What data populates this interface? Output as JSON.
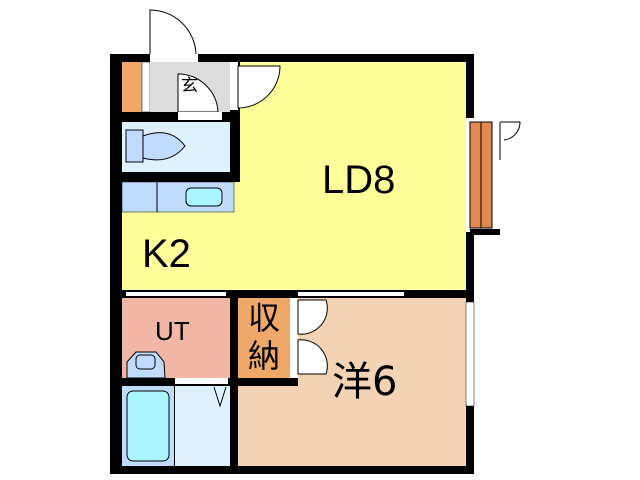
{
  "rooms": {
    "living_dining": "LD8",
    "kitchen": "K2",
    "utility": "UT",
    "storage_line1": "収",
    "storage_line2": "納",
    "western_room": "洋6",
    "entrance": "玄"
  },
  "colors": {
    "ld": "#ffff99",
    "western": "#f2d3b4",
    "utility": "#f2b6a6",
    "storage": "#f0a868",
    "wet": "#dff1ff",
    "fixture": "#bfdcff",
    "entrance": "#dcdcdc",
    "wall": "#000000"
  }
}
